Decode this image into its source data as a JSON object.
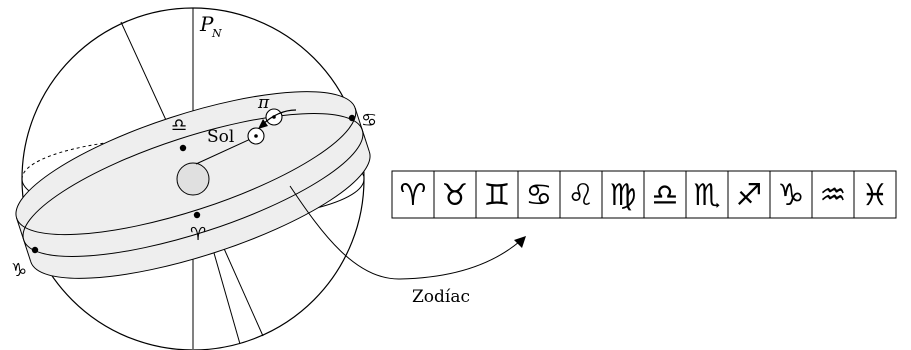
{
  "sphere": {
    "pole_label": "P",
    "pole_subscript": "N",
    "sun_label": "Sol",
    "pi_label": "π",
    "cancer_symbol": "♋",
    "libra_symbol": "♎",
    "aries_symbol": "♈",
    "capricorn_symbol": "♑"
  },
  "zodiac_label": "Zodíac",
  "zodiac_strip": [
    "♈",
    "♉",
    "♊",
    "♋",
    "♌",
    "♍",
    "♎",
    "♏",
    "♐",
    "♑",
    "♒",
    "♓"
  ],
  "colors": {
    "band_fill": "#eeeeee",
    "stroke": "#000000"
  }
}
